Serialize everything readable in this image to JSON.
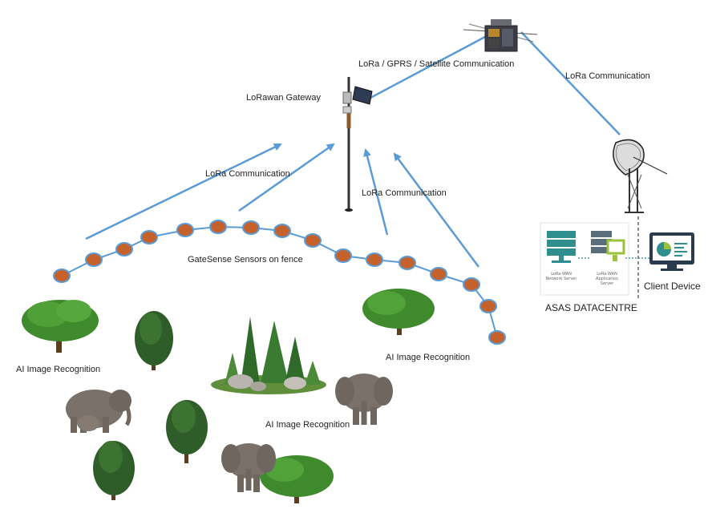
{
  "labels": {
    "lorawan_gateway": "LoRawan Gateway",
    "uplink": "LoRa / GPRS / Satellite Communication",
    "lora_right": "LoRa Communication",
    "lora_left": "LoRa Communication",
    "lora_middle": "LoRa Communication",
    "sensors": "GateSense Sensors on fence",
    "ai_left": "AI Image Recognition",
    "ai_center": "AI Image Recognition",
    "ai_right": "AI Image Recognition",
    "datacentre": "ASAS DATACENTRE",
    "client_device": "Client Device",
    "network_server": "LoRa-WAN Network Server",
    "application_server": "LoRa-WAN Application Server"
  },
  "colors": {
    "link": "#5b9bd5",
    "sensor_fill": "#c5612b",
    "sensor_stroke": "#5b9bd5",
    "tree": "#3f8a2c",
    "tree_dark": "#2f5d2a",
    "elephant": "#7a716a",
    "server_teal": "#2f8f8f",
    "server_green": "#9ac23c"
  },
  "icons": [
    "satellite-icon",
    "gateway-tower-icon",
    "dish-antenna-icon",
    "network-server-icon",
    "application-server-icon",
    "client-monitor-icon",
    "tree-icon",
    "elephant-icon",
    "forest-icon"
  ]
}
